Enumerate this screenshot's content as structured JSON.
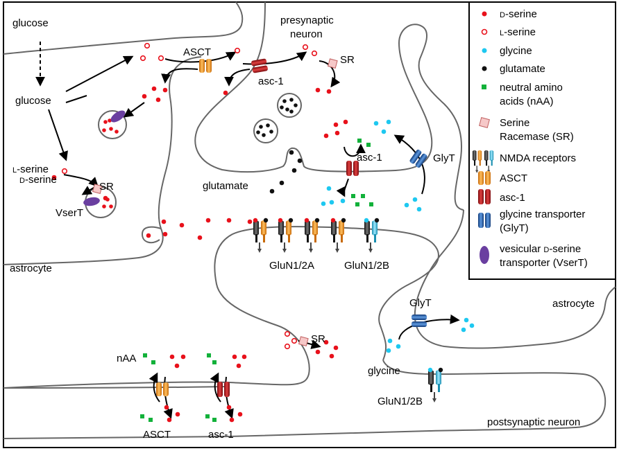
{
  "labels": {
    "glucose_top": "glucose",
    "glucose_mid": "glucose",
    "presynaptic_1": "presynaptic",
    "presynaptic_2": "neuron",
    "asct_top": "ASCT",
    "asc1_top": "asc-1",
    "sr_pre": "SR",
    "l_serine_astro_prefix": "L",
    "l_serine_astro_suffix": "-serine",
    "d_serine_astro_prefix": "D",
    "d_serine_astro_suffix": "-serine",
    "sr_astro": "SR",
    "vsert": "VserT",
    "astrocyte_left": "astrocyte",
    "astrocyte_right": "astrocyte",
    "glutamate": "glutamate",
    "asc1_mid": "asc-1",
    "glyt_top": "GlyT",
    "glun_2a": "GluN1/2A",
    "glun_2b": "GluN1/2B",
    "sr_post": "SR",
    "glyt_bottom": "GlyT",
    "glycine": "glycine",
    "glun_2b_bottom": "GluN1/2B",
    "naa": "nAA",
    "asct_bottom": "ASCT",
    "asc1_bottom": "asc-1",
    "postsynaptic": "postsynaptic neuron"
  },
  "legend": {
    "d_serine_prefix": "D",
    "d_serine_suffix": "-serine",
    "l_serine_prefix": "L",
    "l_serine_suffix": "-serine",
    "glycine": "glycine",
    "glutamate": "glutamate",
    "naa_line1": "neutral amino",
    "naa_line2": "acids (nAA)",
    "sr_line1": "Serine",
    "sr_line2": "Racemase (SR)",
    "nmda": "NMDA receptors",
    "asct": "ASCT",
    "asc1": "asc-1",
    "glyt_line1": "glycine transporter",
    "glyt_line2": "(GlyT)",
    "vsert_line1": "vesicular D-serine",
    "vsert_line1_prefix": "vesicular ",
    "vsert_line1_d": "D",
    "vsert_line1_suffix": "-serine",
    "vsert_line2": "transporter (VserT)"
  },
  "colors": {
    "d_serine": "#e8111b",
    "l_serine": "#e8111b",
    "glycine": "#1ec8f0",
    "glutamate": "#111111",
    "naa": "#12b13a",
    "sr": "#f6c8c8",
    "asct": "#f0931e",
    "asc1": "#c0181e",
    "glyt": "#1e5fb4",
    "vsert": "#6a3fa0",
    "membrane": "#666666"
  }
}
